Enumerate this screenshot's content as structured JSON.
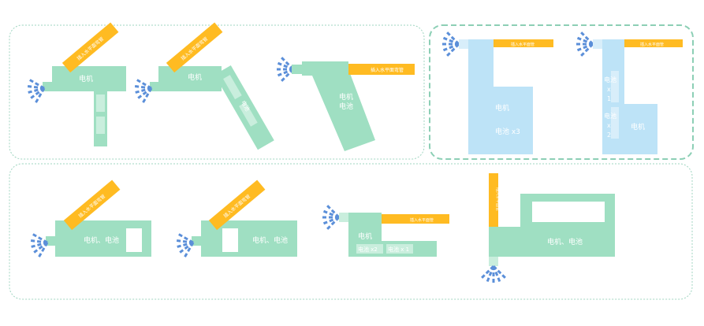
{
  "labels": {
    "motor": "电机",
    "battery": "电池",
    "motor_battery": "电机、电池",
    "battery_x3": "电池 x3",
    "battery_x2": "电池 x2",
    "battery_x1": "电池 x 1",
    "battery_v1a": "电池",
    "battery_v1b": "x",
    "battery_v1c": "1",
    "battery_v2a": "电池",
    "battery_v2b": "x",
    "battery_v2c": "2",
    "insert_pipe": "插入水平面弯管",
    "insert_pipe_short": "插入水平面管"
  },
  "colors": {
    "green": "#9fdfc2",
    "green_light": "#c9eedd",
    "blue": "#bde3f7",
    "blue_light": "#d8eefa",
    "yellow": "#ffbb22",
    "spray": "#5b8fd9",
    "border_dotted": "#9fd5c0",
    "border_dashed": "#8ccfb5"
  }
}
